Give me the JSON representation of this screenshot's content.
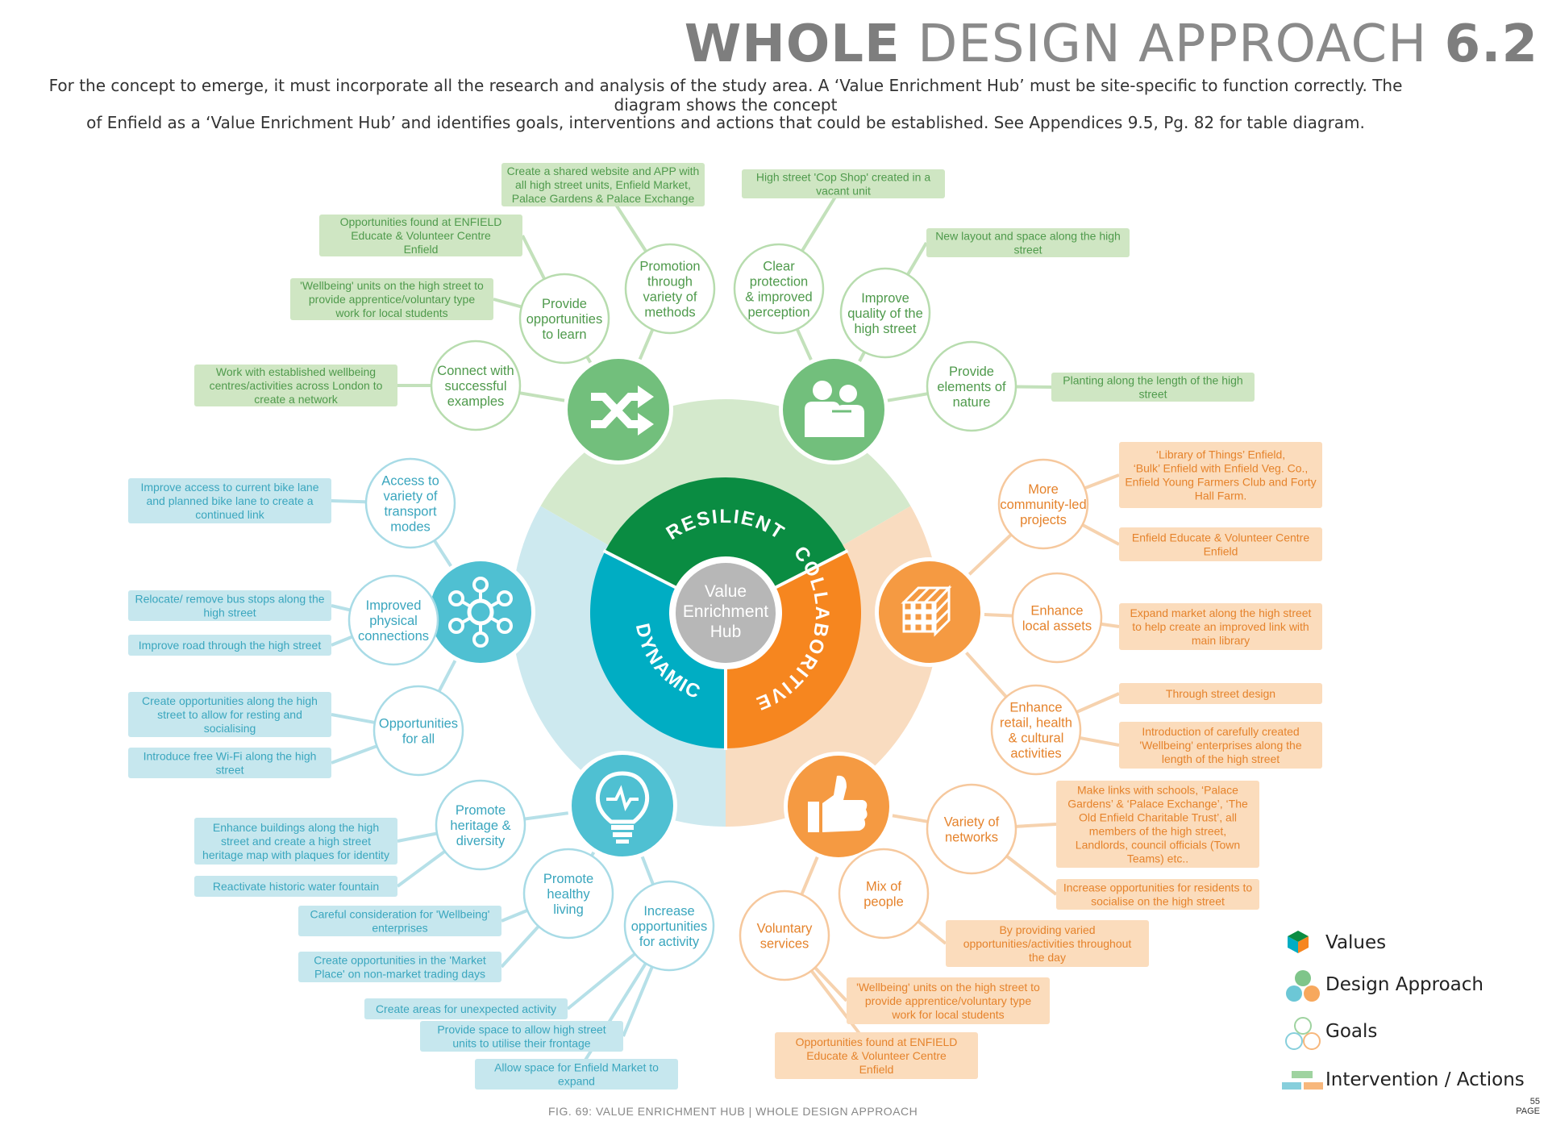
{
  "header": {
    "title_bold": "WHOLE",
    "title_rest": "DESIGN APPROACH",
    "section": "6.2"
  },
  "intro": {
    "line1": "For the concept to emerge, it must incorporate all the research and analysis of the study area. A ‘Value Enrichment Hub’ must be site-specific to function correctly. The diagram shows the concept",
    "line2": "of Enfield as a ‘Value Enrichment Hub’ and identifies goals, interventions and actions that could be established. See Appendices 9.5, Pg. 82 for table diagram."
  },
  "colors": {
    "green": "#0a8c42",
    "green_mid": "#7fc58a",
    "green_light": "#d4e9cc",
    "green_box": "#cfe6c3",
    "green_text": "#4f9a4c",
    "teal": "#00adc3",
    "teal_mid": "#6cc7d6",
    "teal_light": "#cde9ef",
    "teal_box": "#c6e7ee",
    "teal_text": "#3aa6be",
    "orange": "#f6861f",
    "orange_mid": "#f7a85d",
    "orange_light": "#f9dcc0",
    "orange_box": "#fbdcbc",
    "orange_text": "#e5832c",
    "hub": "#b7b7b7"
  },
  "hub": {
    "line1": "Value",
    "line2": "Enrichment",
    "line3": "Hub"
  },
  "values": [
    {
      "label": "RESILIENT"
    },
    {
      "label": "COLLABORITIVE"
    },
    {
      "label": "DYNAMIC"
    }
  ],
  "approach_icons": [
    {
      "name": "shuffle-icon"
    },
    {
      "name": "people-icon"
    },
    {
      "name": "cube-icon"
    },
    {
      "name": "thumbs-up-icon"
    },
    {
      "name": "lightbulb-icon"
    },
    {
      "name": "network-icon"
    }
  ],
  "goals": [
    {
      "key": "g1",
      "lines": [
        "Provide",
        "opportunities",
        "to learn"
      ]
    },
    {
      "key": "g2",
      "lines": [
        "Promotion",
        "through",
        "variety of",
        "methods"
      ]
    },
    {
      "key": "g3",
      "lines": [
        "Connect with",
        "successful",
        "examples"
      ]
    },
    {
      "key": "g4",
      "lines": [
        "Clear",
        "protection",
        "& improved",
        "perception"
      ]
    },
    {
      "key": "g5",
      "lines": [
        "Improve",
        "quality of the",
        "high street"
      ]
    },
    {
      "key": "g6",
      "lines": [
        "Provide",
        "elements of",
        "nature"
      ]
    },
    {
      "key": "g7",
      "lines": [
        "More",
        "community-led",
        "projects"
      ]
    },
    {
      "key": "g8",
      "lines": [
        "Enhance",
        "local assets"
      ]
    },
    {
      "key": "g9",
      "lines": [
        "Enhance",
        "retail, health",
        "& cultural",
        "activities"
      ]
    },
    {
      "key": "g10",
      "lines": [
        "Variety of",
        "networks"
      ]
    },
    {
      "key": "g11",
      "lines": [
        "Mix of",
        "people"
      ]
    },
    {
      "key": "g12",
      "lines": [
        "Voluntary",
        "services"
      ]
    },
    {
      "key": "g13",
      "lines": [
        "Promote",
        "heritage &",
        "diversity"
      ]
    },
    {
      "key": "g14",
      "lines": [
        "Promote",
        "healthy",
        "living"
      ]
    },
    {
      "key": "g15",
      "lines": [
        "Increase",
        "opportunities",
        "for activity"
      ]
    },
    {
      "key": "g16",
      "lines": [
        "Access to",
        "variety of",
        "transport",
        "modes"
      ]
    },
    {
      "key": "g17",
      "lines": [
        "Improved",
        "physical",
        "connections"
      ]
    },
    {
      "key": "g18",
      "lines": [
        "Opportunities",
        "for all"
      ]
    }
  ],
  "actions": [
    {
      "key": "a1",
      "lines": [
        "Create a shared website and APP with",
        "all high street units, Enfield Market,",
        "Palace Gardens & Palace Exchange"
      ]
    },
    {
      "key": "a2",
      "lines": [
        "Opportunities found at ENFIELD",
        "Educate & Volunteer Centre",
        "Enfield"
      ]
    },
    {
      "key": "a3",
      "lines": [
        "'Wellbeing' units on the high street to",
        "provide apprentice/voluntary type",
        "work for local students"
      ]
    },
    {
      "key": "a4",
      "lines": [
        "Work with established wellbeing",
        "centres/activities across London to",
        "create a network"
      ]
    },
    {
      "key": "a5",
      "lines": [
        "High street 'Cop Shop' created in a",
        "vacant unit"
      ]
    },
    {
      "key": "a6",
      "lines": [
        "New layout and space along the high",
        "street"
      ]
    },
    {
      "key": "a7",
      "lines": [
        "Planting along the length of the high",
        "street"
      ]
    },
    {
      "key": "a8",
      "lines": [
        "‘Library of Things’ Enfield,",
        "‘Bulk’ Enfield with Enfield Veg. Co.,",
        "Enfield Young Farmers Club and Forty",
        "Hall Farm."
      ]
    },
    {
      "key": "a9",
      "lines": [
        "Enfield Educate & Volunteer Centre",
        "Enfield"
      ]
    },
    {
      "key": "a10",
      "lines": [
        "Expand market along the high street",
        "to help create an improved link with",
        "main library"
      ]
    },
    {
      "key": "a11",
      "lines": [
        "Through street design"
      ]
    },
    {
      "key": "a12",
      "lines": [
        "Introduction of carefully created",
        "'Wellbeing' enterprises along the",
        "length of the high street"
      ]
    },
    {
      "key": "a13",
      "lines": [
        "Make links with schools, ‘Palace",
        "Gardens’ & ‘Palace Exchange’, ‘The",
        "Old Enfield Charitable Trust’, all",
        "members of the high street,",
        "Landlords, council officials (Town",
        "Teams) etc.."
      ]
    },
    {
      "key": "a14",
      "lines": [
        "Increase opportunities for residents to",
        "socialise on the high street"
      ]
    },
    {
      "key": "a15",
      "lines": [
        "By providing varied",
        "opportunities/activities throughout",
        "the day"
      ]
    },
    {
      "key": "a16",
      "lines": [
        "'Wellbeing' units on the high street to",
        "provide apprentice/voluntary type",
        "work for local students"
      ]
    },
    {
      "key": "a17",
      "lines": [
        "Opportunities found at ENFIELD",
        "Educate & Volunteer Centre",
        "Enfield"
      ]
    },
    {
      "key": "a18",
      "lines": [
        "Enhance buildings along the high",
        "street and create a high street",
        "heritage map with plaques for identity"
      ]
    },
    {
      "key": "a19",
      "lines": [
        "Reactivate historic water fountain"
      ]
    },
    {
      "key": "a20",
      "lines": [
        "Careful consideration for 'Wellbeing'",
        "enterprises"
      ]
    },
    {
      "key": "a21",
      "lines": [
        "Create opportunities in the 'Market",
        "Place' on non-market trading days"
      ]
    },
    {
      "key": "a22",
      "lines": [
        "Create areas for unexpected activity"
      ]
    },
    {
      "key": "a23",
      "lines": [
        "Provide space to allow high street",
        "units to utilise their frontage"
      ]
    },
    {
      "key": "a24",
      "lines": [
        "Allow space for Enfield Market to",
        "expand"
      ]
    },
    {
      "key": "a25",
      "lines": [
        "Improve access to current bike lane",
        "and planned bike lane to create a",
        "continued link"
      ]
    },
    {
      "key": "a26",
      "lines": [
        "Relocate/ remove bus stops along the",
        "high street"
      ]
    },
    {
      "key": "a27",
      "lines": [
        "Improve road through the high street"
      ]
    },
    {
      "key": "a28",
      "lines": [
        "Create opportunities along the high",
        "street to allow for resting and",
        "socialising"
      ]
    },
    {
      "key": "a29",
      "lines": [
        "Introduce free Wi-Fi along the high",
        "street"
      ]
    }
  ],
  "legend": {
    "values": "Values",
    "design_approach": "Design Approach",
    "goals": "Goals",
    "interventions": "Intervention / Actions"
  },
  "caption": "FIG. 69: VALUE ENRICHMENT HUB | WHOLE DESIGN APPROACH",
  "page": {
    "number": "55",
    "label": "PAGE"
  }
}
